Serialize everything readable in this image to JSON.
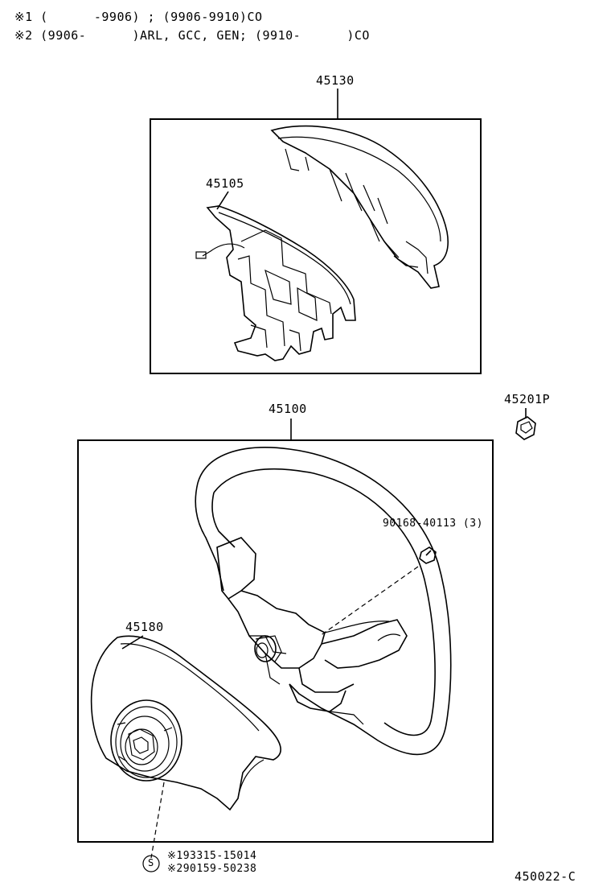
{
  "notes": {
    "note1": "※1 (      -9906) ; (9906-9910)CO",
    "note2": "※2 (9906-      )ARL, GCC, GEN; (9910-      )CO"
  },
  "parts": {
    "p45130": "45130",
    "p45105": "45105",
    "p45100": "45100",
    "p45201p": "45201P",
    "p90168": "90168-40113 (3)",
    "p45180": "45180",
    "s_mark": "S",
    "p193315": "※193315-15014",
    "p290159": "※290159-50238"
  },
  "diagram_id": "450022-C"
}
